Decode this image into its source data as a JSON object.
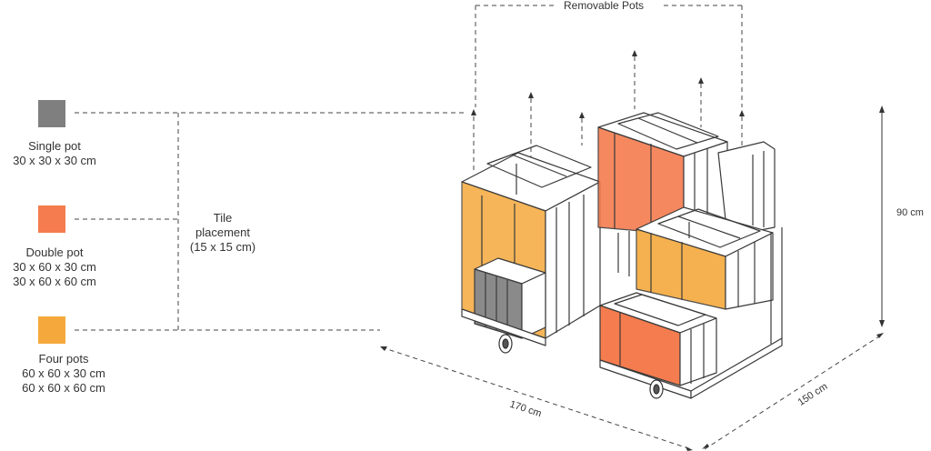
{
  "legend": {
    "items": [
      {
        "name": "Single pot",
        "lines": [
          "Single pot",
          "30 x 30 x 30 cm"
        ],
        "color": "#7f7f7f"
      },
      {
        "name": "Double pot",
        "lines": [
          "Double pot",
          "30 x 60 x 30 cm",
          "30 x 60 x 60 cm"
        ],
        "color": "#f47c4e"
      },
      {
        "name": "Four pots",
        "lines": [
          "Four pots",
          "60 x 60 x 30 cm",
          "60 x 60 x 60 cm"
        ],
        "color": "#f5a93c"
      }
    ],
    "tile_label": [
      "Tile",
      "placement",
      "(15 x 15 cm)"
    ]
  },
  "annotations": {
    "removable": "Removable Pots",
    "height": "90 cm",
    "length": "170 cm",
    "width": "150 cm"
  },
  "colors": {
    "single": "#7f7f7f",
    "double": "#f47c4e",
    "four": "#f5a93c",
    "line": "#3a3a3a"
  }
}
